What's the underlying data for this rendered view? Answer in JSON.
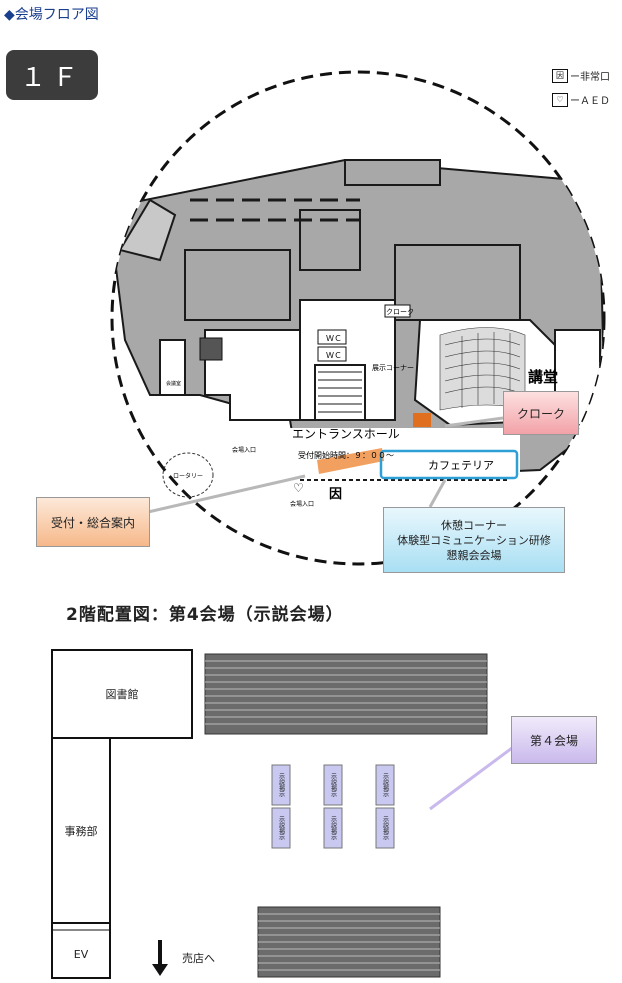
{
  "header": {
    "title": "◆会場フロア図"
  },
  "floor1": {
    "badge": "１Ｆ",
    "legend": [
      {
        "symbol": "因",
        "text": "ー非常口",
        "icon": "emergency-exit-icon"
      },
      {
        "symbol": "♡",
        "text": "ーＡＥＤ",
        "icon": "aed-icon"
      }
    ],
    "labels": {
      "wc1": "ＷＣ",
      "wc2": "ＷＣ",
      "cloak_room": "クローク",
      "exhibit_corner": "展示コーナー",
      "auditorium": "講堂",
      "entrance_hall": "エントランスホール",
      "reception_time": "受付開始時間：９：００～",
      "cafeteria": "カフェテリア",
      "rotary": "ロータリー",
      "venue_entrance_1": "会場入口",
      "venue_entrance_2": "会場入口",
      "small_room": "会議室",
      "exit_symbol": "因"
    },
    "callouts": {
      "reception": "受付・総合案内",
      "cloak": "クローク",
      "rest_lines": [
        "休憩コーナー",
        "体験型コミュニケーション研修",
        "懇親会会場"
      ]
    },
    "colors": {
      "building": "#a8a8a8",
      "wall": "#1a1a1a",
      "marker": "#e07020",
      "highlight": "#2f9fd8"
    }
  },
  "floor2": {
    "title": "2階配置図：第4会場（示説会場）",
    "rooms": {
      "library": "図書館",
      "office": "事務部",
      "ev": "EV"
    },
    "to_shop": "売店へ",
    "hall_callout": "第４会場",
    "poster_label": "示説掲示",
    "colors": {
      "seating": "#6b6b6b",
      "poster": "#c8c8f0"
    }
  }
}
